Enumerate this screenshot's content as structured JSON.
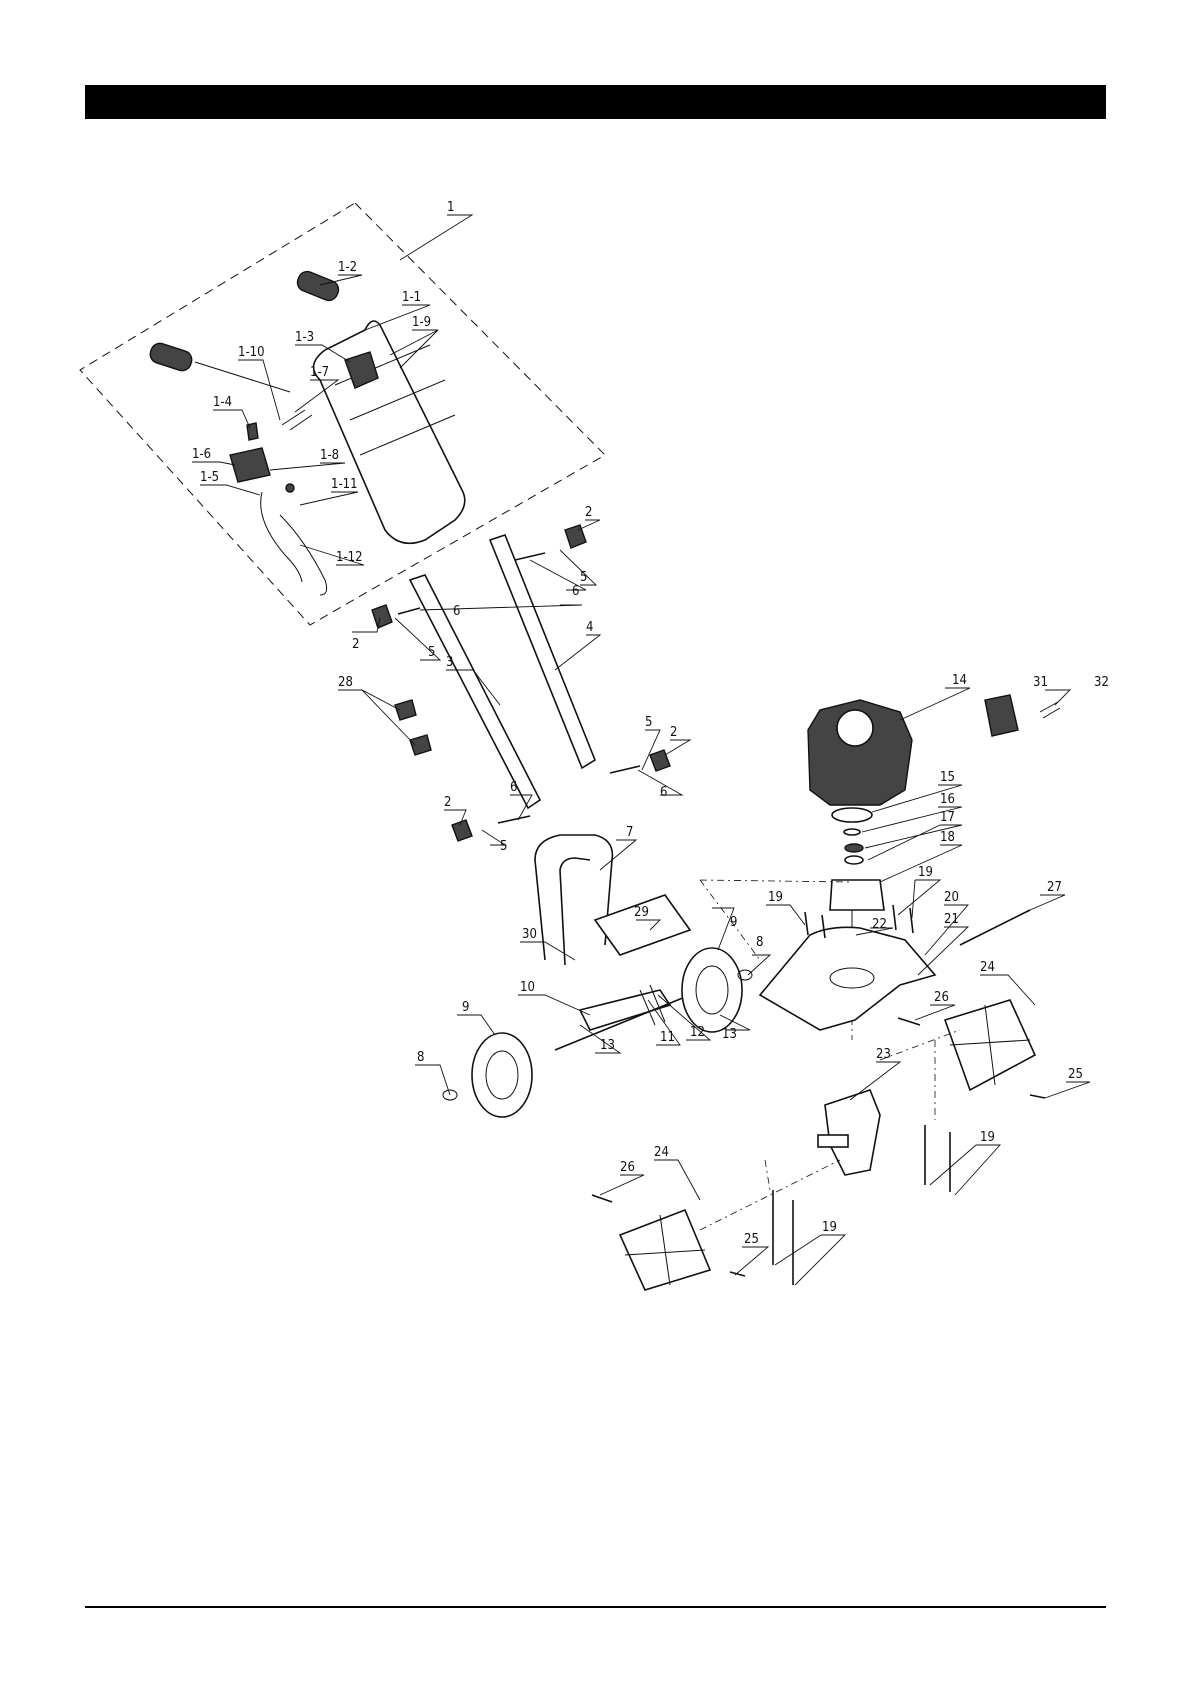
{
  "header": {
    "title": ""
  },
  "diagram": {
    "callouts": [
      {
        "id": "c1",
        "text": "1"
      },
      {
        "id": "c1-1",
        "text": "1-1"
      },
      {
        "id": "c1-2",
        "text": "1-2"
      },
      {
        "id": "c1-3",
        "text": "1-3"
      },
      {
        "id": "c1-4",
        "text": "1-4"
      },
      {
        "id": "c1-5",
        "text": "1-5"
      },
      {
        "id": "c1-6",
        "text": "1-6"
      },
      {
        "id": "c1-7",
        "text": "1-7"
      },
      {
        "id": "c1-8",
        "text": "1-8"
      },
      {
        "id": "c1-9",
        "text": "1-9"
      },
      {
        "id": "c1-10",
        "text": "1-10"
      },
      {
        "id": "c1-11",
        "text": "1-11"
      },
      {
        "id": "c1-12",
        "text": "1-12"
      },
      {
        "id": "c2a",
        "text": "2"
      },
      {
        "id": "c2b",
        "text": "2"
      },
      {
        "id": "c2c",
        "text": "2"
      },
      {
        "id": "c2d",
        "text": "2"
      },
      {
        "id": "c3",
        "text": "3"
      },
      {
        "id": "c4",
        "text": "4"
      },
      {
        "id": "c5a",
        "text": "5"
      },
      {
        "id": "c5b",
        "text": "5"
      },
      {
        "id": "c5c",
        "text": "5"
      },
      {
        "id": "c5d",
        "text": "5"
      },
      {
        "id": "c6a",
        "text": "6"
      },
      {
        "id": "c6b",
        "text": "6"
      },
      {
        "id": "c6c",
        "text": "6"
      },
      {
        "id": "c6d",
        "text": "6"
      },
      {
        "id": "c7",
        "text": "7"
      },
      {
        "id": "c8a",
        "text": "8"
      },
      {
        "id": "c8b",
        "text": "8"
      },
      {
        "id": "c9a",
        "text": "9"
      },
      {
        "id": "c9b",
        "text": "9"
      },
      {
        "id": "c10",
        "text": "10"
      },
      {
        "id": "c11",
        "text": "11"
      },
      {
        "id": "c12",
        "text": "12"
      },
      {
        "id": "c13a",
        "text": "13"
      },
      {
        "id": "c13b",
        "text": "13"
      },
      {
        "id": "c14",
        "text": "14"
      },
      {
        "id": "c15",
        "text": "15"
      },
      {
        "id": "c16",
        "text": "16"
      },
      {
        "id": "c17",
        "text": "17"
      },
      {
        "id": "c18",
        "text": "18"
      },
      {
        "id": "c19a",
        "text": "19"
      },
      {
        "id": "c19b",
        "text": "19"
      },
      {
        "id": "c19c",
        "text": "19"
      },
      {
        "id": "c19d",
        "text": "19"
      },
      {
        "id": "c20",
        "text": "20"
      },
      {
        "id": "c21",
        "text": "21"
      },
      {
        "id": "c22",
        "text": "22"
      },
      {
        "id": "c23",
        "text": "23"
      },
      {
        "id": "c24a",
        "text": "24"
      },
      {
        "id": "c24b",
        "text": "24"
      },
      {
        "id": "c25a",
        "text": "25"
      },
      {
        "id": "c25b",
        "text": "25"
      },
      {
        "id": "c26a",
        "text": "26"
      },
      {
        "id": "c26b",
        "text": "26"
      },
      {
        "id": "c27",
        "text": "27"
      },
      {
        "id": "c28",
        "text": "28"
      },
      {
        "id": "c29",
        "text": "29"
      },
      {
        "id": "c30",
        "text": "30"
      },
      {
        "id": "c31",
        "text": "31"
      },
      {
        "id": "c32",
        "text": "32"
      }
    ]
  }
}
